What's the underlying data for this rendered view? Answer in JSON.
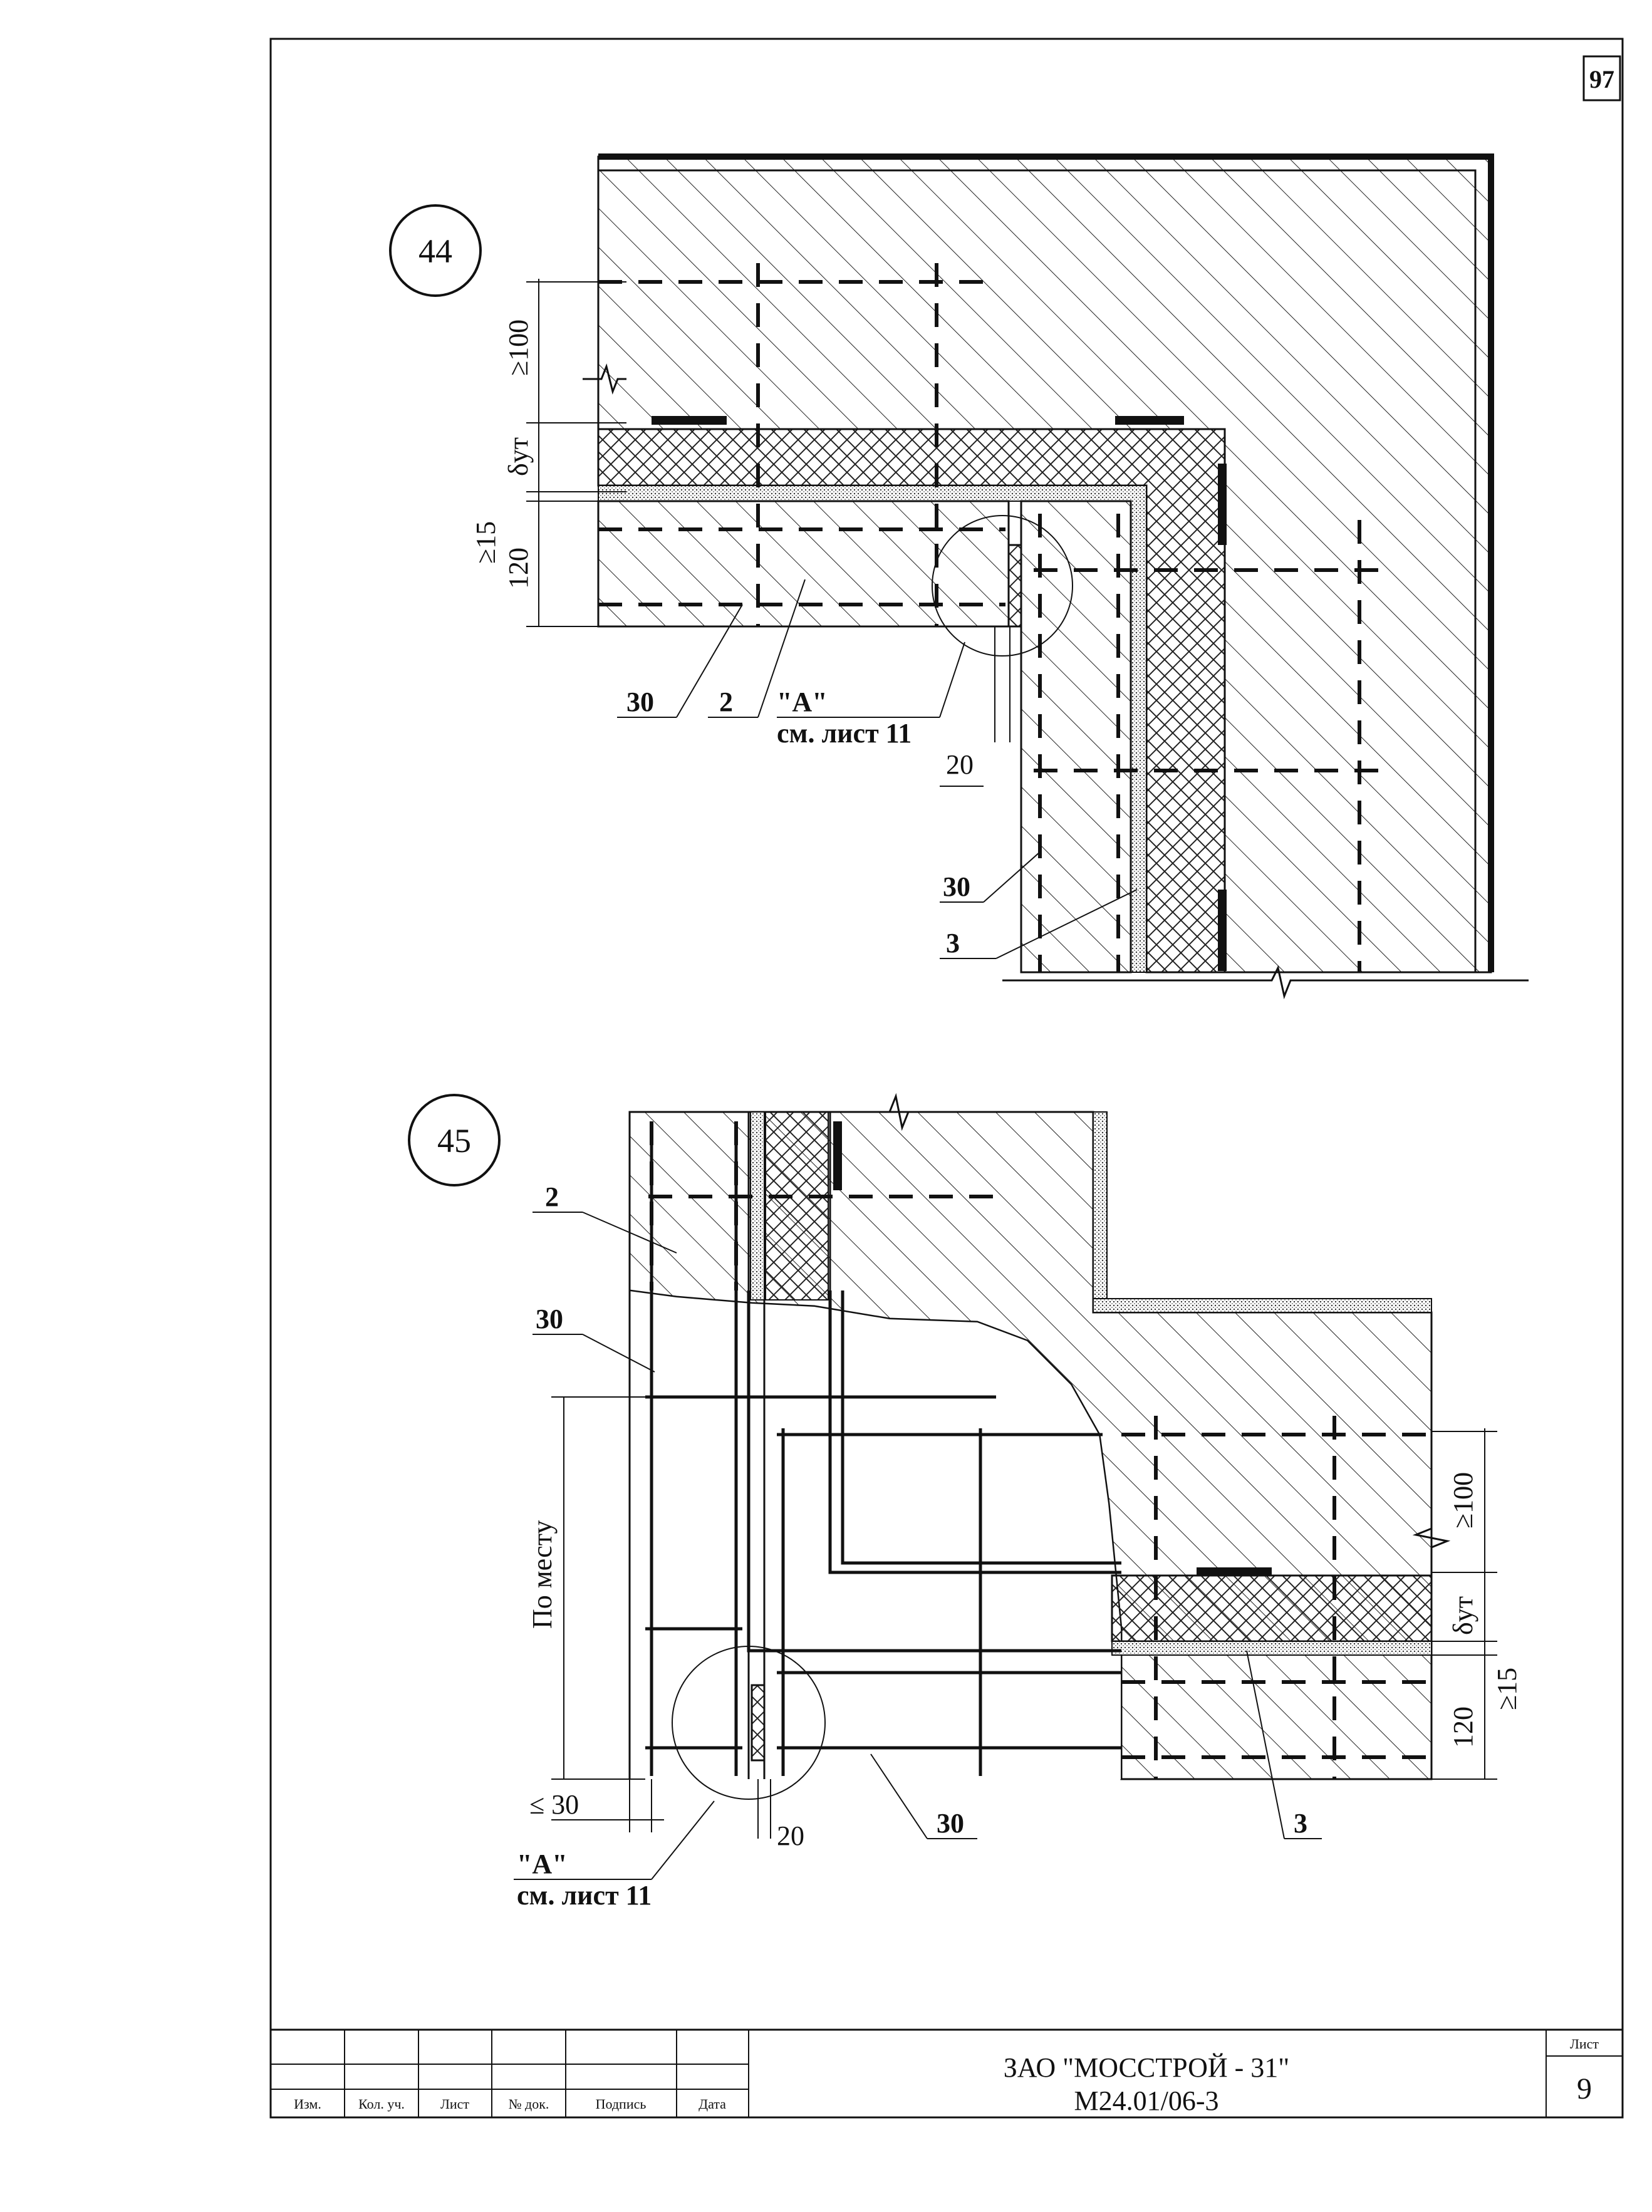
{
  "page_number_corner": "97",
  "details": [
    {
      "id": "44",
      "dims": {
        "min100": "≥100",
        "delta": "δут",
        "min15": "≥15",
        "d120": "120",
        "d20": "20"
      },
      "callouts": {
        "c30a": "30",
        "c2": "2",
        "refA": "\"A\"",
        "refSheet": "см. лист 11",
        "c30b": "30",
        "c3": "3"
      }
    },
    {
      "id": "45",
      "dims": {
        "po_mestu": "По месту",
        "max30": "≤ 30",
        "d20": "20",
        "min100": "≥100",
        "delta": "δут",
        "min15": "≥15",
        "d120": "120"
      },
      "callouts": {
        "c2": "2",
        "c30a": "30",
        "c30b": "30",
        "c3": "3",
        "refA": "\"A\"",
        "refSheet": "см. лист 11"
      }
    }
  ],
  "title_block": {
    "company": "ЗАО \"МОССТРОЙ - 31\"",
    "doc_code": "М24.01/06-3",
    "sheet_label": "Лист",
    "sheet_number": "9",
    "columns": [
      "Изм.",
      "Кол. уч.",
      "Лист",
      "№ док.",
      "Подпись",
      "Дата"
    ]
  }
}
